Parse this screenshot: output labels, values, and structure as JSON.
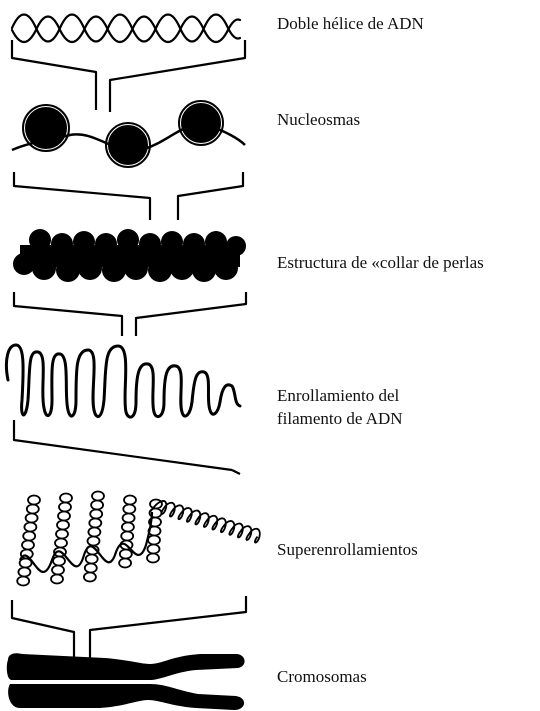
{
  "labels": {
    "double_helix": "Doble hélice de ADN",
    "nucleosomes": "Nucleosmas",
    "pearl_string": "Estructura de «collar de perlas",
    "coiling_line1": "Enrollamiento del",
    "coiling_line2": "filamento de ADN",
    "supercoils": "Superenrollamientos",
    "chromosomes": "Cromosomas"
  },
  "colors": {
    "ink": "#000000",
    "background": "#ffffff"
  }
}
